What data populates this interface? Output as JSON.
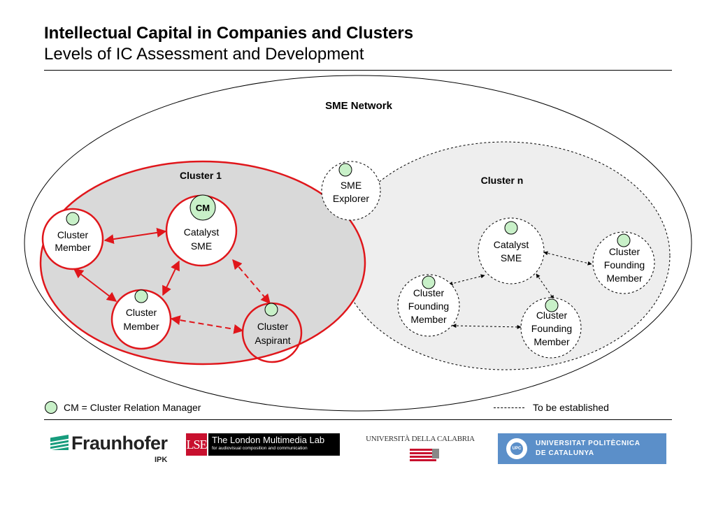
{
  "header": {
    "title": "Intellectual Capital in Companies and Clusters",
    "subtitle": "Levels of IC Assessment and Development"
  },
  "diagram": {
    "network_label": "SME Network",
    "cluster1": {
      "label": "Cluster 1",
      "cm_badge": "CM",
      "catalyst": [
        "Catalyst",
        "SME"
      ],
      "member_left": [
        "Cluster",
        "Member"
      ],
      "member_bottom": [
        "Cluster",
        "Member"
      ],
      "aspirant": [
        "Cluster",
        "Aspirant"
      ]
    },
    "explorer": [
      "SME",
      "Explorer"
    ],
    "clustern": {
      "label": "Cluster n",
      "catalyst": [
        "Catalyst",
        "SME"
      ],
      "founding_left": [
        "Cluster",
        "Founding",
        "Member"
      ],
      "founding_bottom": [
        "Cluster",
        "Founding",
        "Member"
      ],
      "founding_right": [
        "Cluster",
        "Founding",
        "Member"
      ]
    },
    "colors": {
      "cluster1_stroke": "#e0161b",
      "cluster1_fill": "#d9d9d9",
      "clustern_fill": "#eeeeee",
      "cm_fill": "#c8f0c8"
    }
  },
  "legend": {
    "cm": "CM = Cluster Relation Manager",
    "dashed": "To be established"
  },
  "logos": {
    "fraunhofer": "Fraunhofer",
    "fraunhofer_sub": "IPK",
    "lse_mark": "LSE",
    "lse_main": "The London Multimedia Lab",
    "lse_sub": "for audiovisual composition and communication",
    "unical": "UNIVERSITÀ DELLA CALABRIA",
    "upc_line1": "UNIVERSITAT POLITÈCNICA",
    "upc_line2": "DE CATALUNYA",
    "upc_seal": "UPC"
  }
}
